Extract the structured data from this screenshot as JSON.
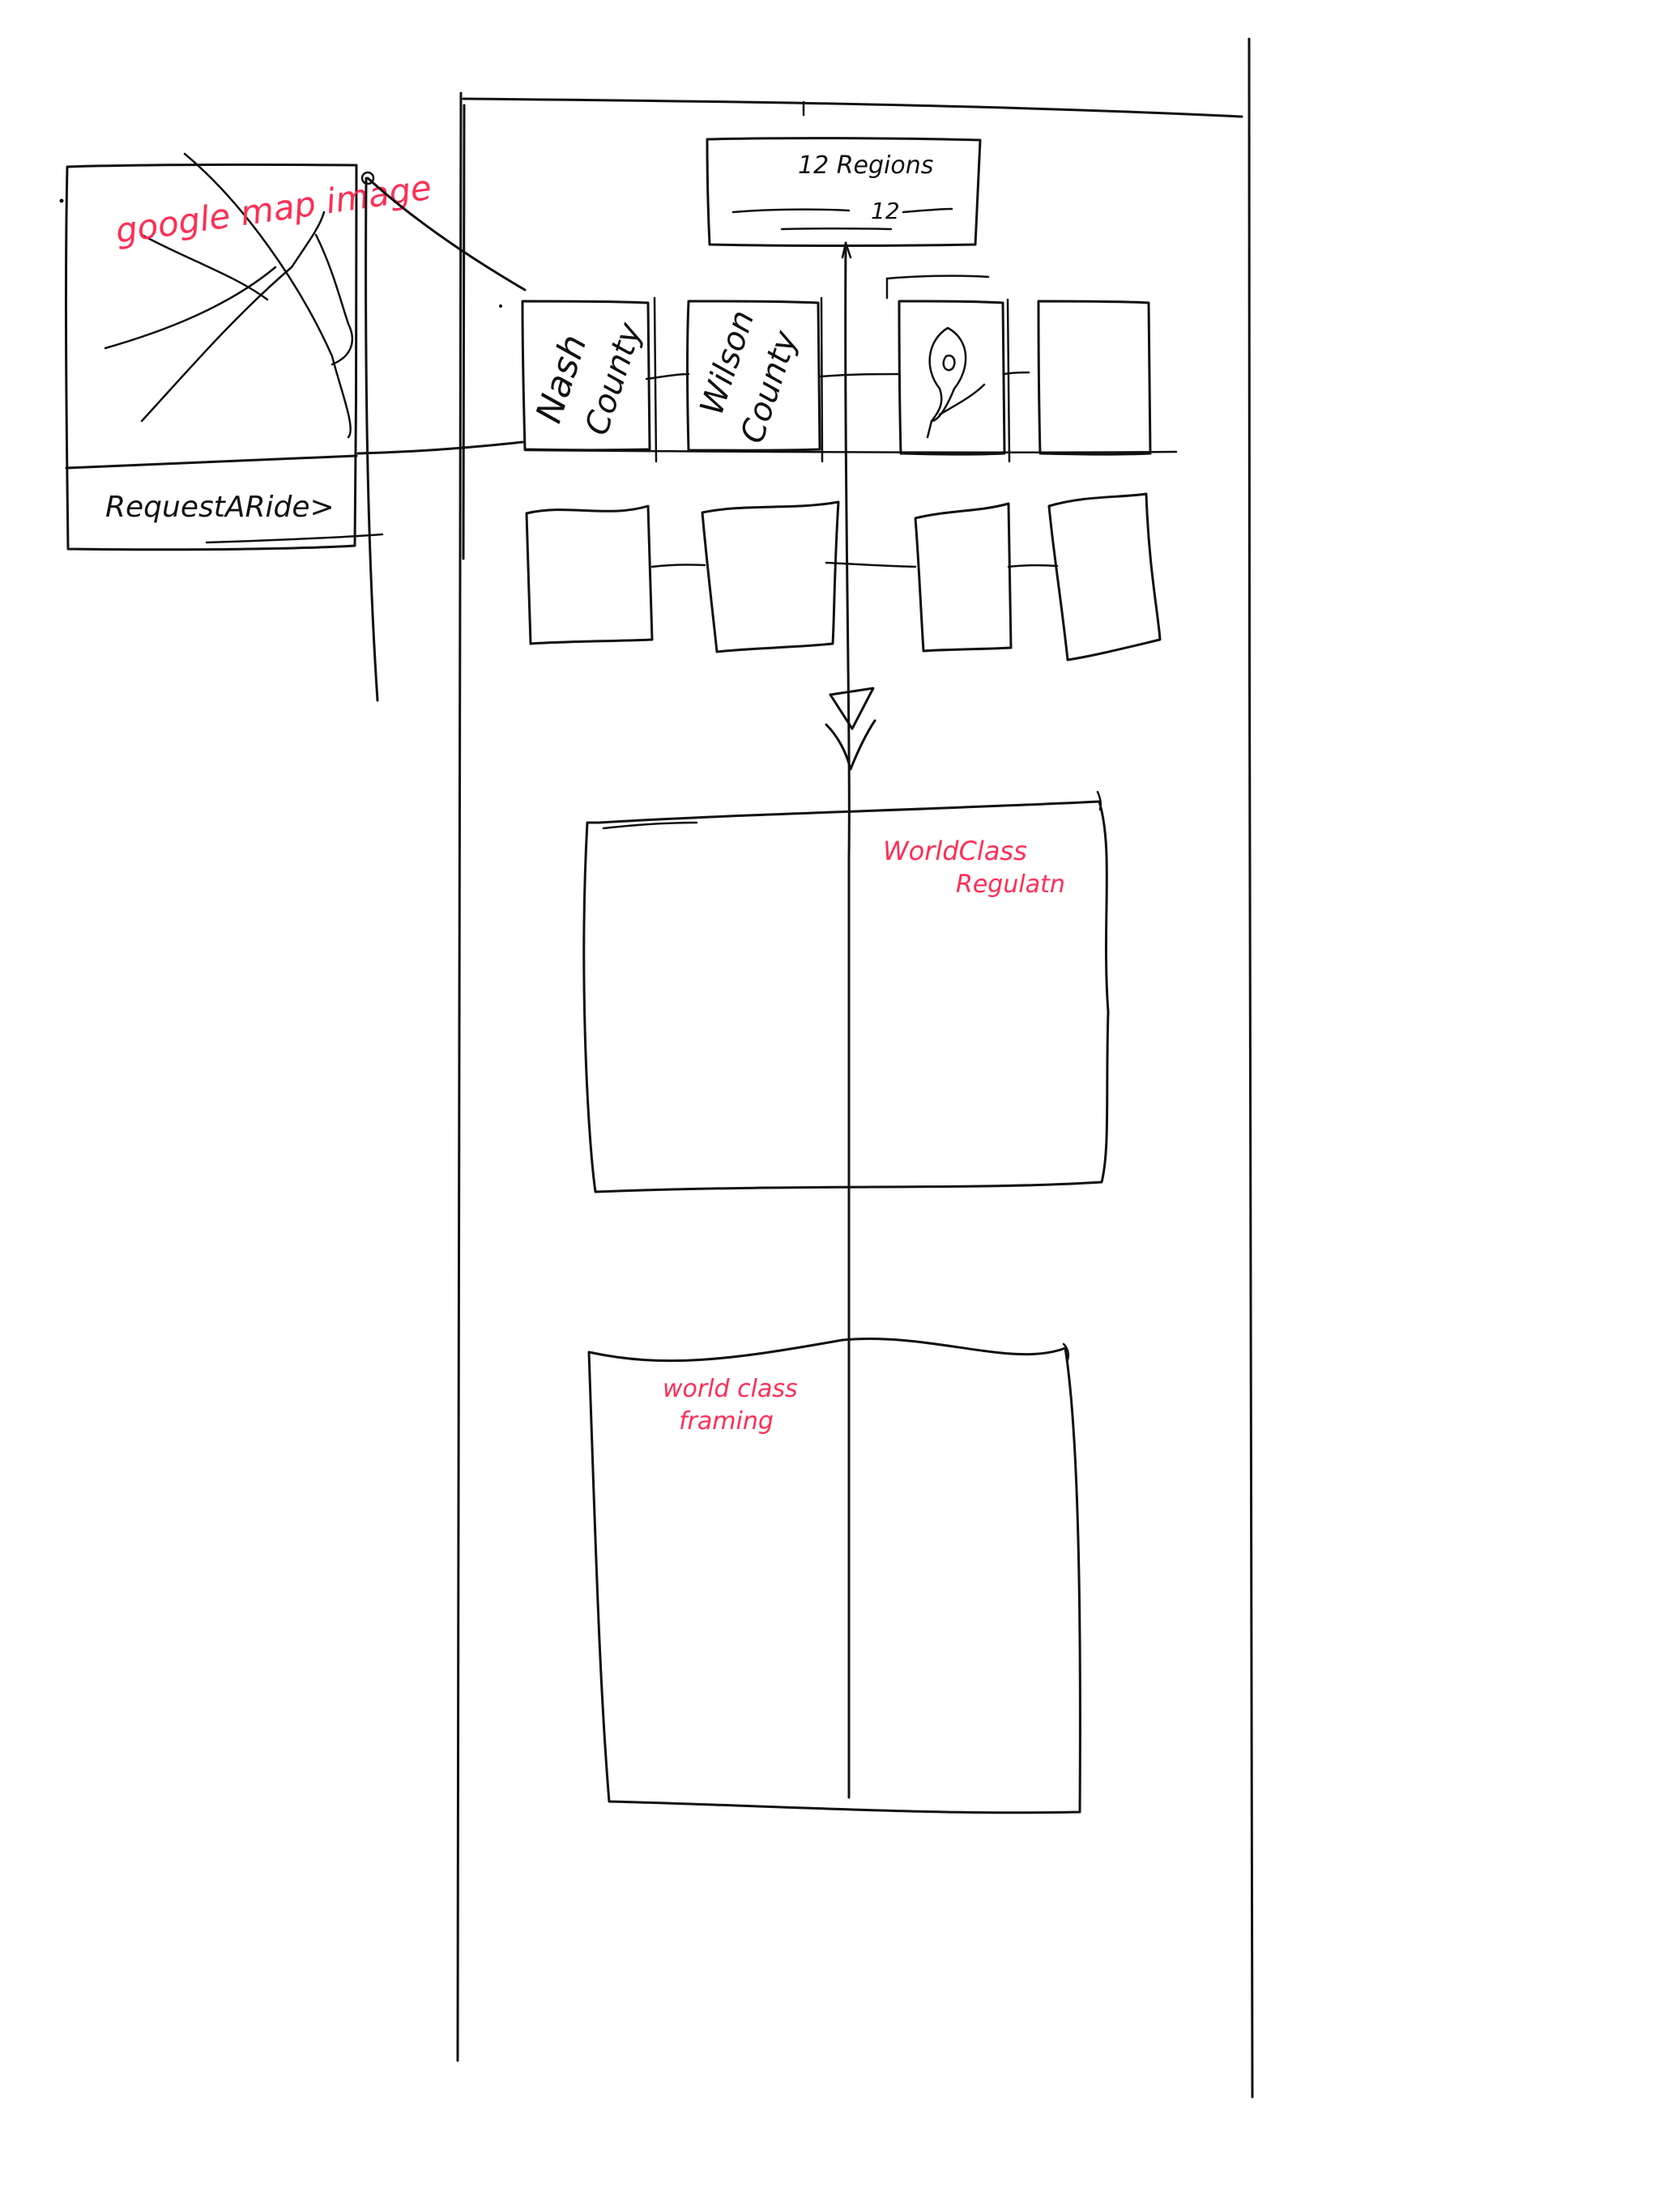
{
  "map_card": {
    "image_note": "google map image",
    "button_label": "RequestARide>"
  },
  "regions_box": {
    "title": "12 Regions",
    "count": "12"
  },
  "county_tiles": [
    {
      "label_line1": "Nash",
      "label_line2": "County"
    },
    {
      "label_line1": "Wilson",
      "label_line2": "County"
    },
    {
      "label_line1": "",
      "label_line2": ""
    },
    {
      "label_line1": "",
      "label_line2": ""
    }
  ],
  "sections": {
    "regulation_note": {
      "line1": "WorldClass",
      "line2": "Regulatn"
    },
    "training_note": {
      "line1": "world class",
      "line2": "framing"
    }
  },
  "colors": {
    "ink": "#111111",
    "annotation": "#ff2e55",
    "paper": "#ffffff"
  },
  "icons": [
    "location-pin-icon",
    "down-arrow-icon"
  ]
}
